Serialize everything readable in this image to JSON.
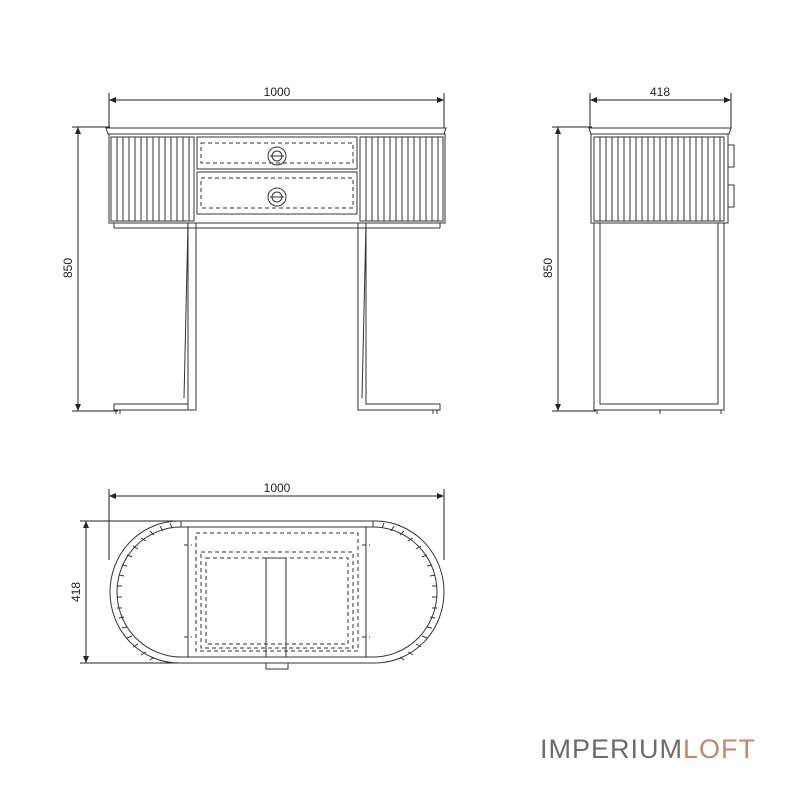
{
  "views": {
    "front": {
      "width_label": "1000",
      "height_label": "850"
    },
    "side": {
      "depth_label": "418",
      "height_label": "850"
    },
    "top": {
      "width_label": "1000",
      "depth_label": "418"
    }
  },
  "brand": {
    "part1": "IMPERIUM",
    "part2": "LOFT",
    "color_main": "#6b6b6b",
    "color_accent": "#c4856e"
  },
  "colors": {
    "line": "#333333",
    "dim_line": "#222222"
  }
}
